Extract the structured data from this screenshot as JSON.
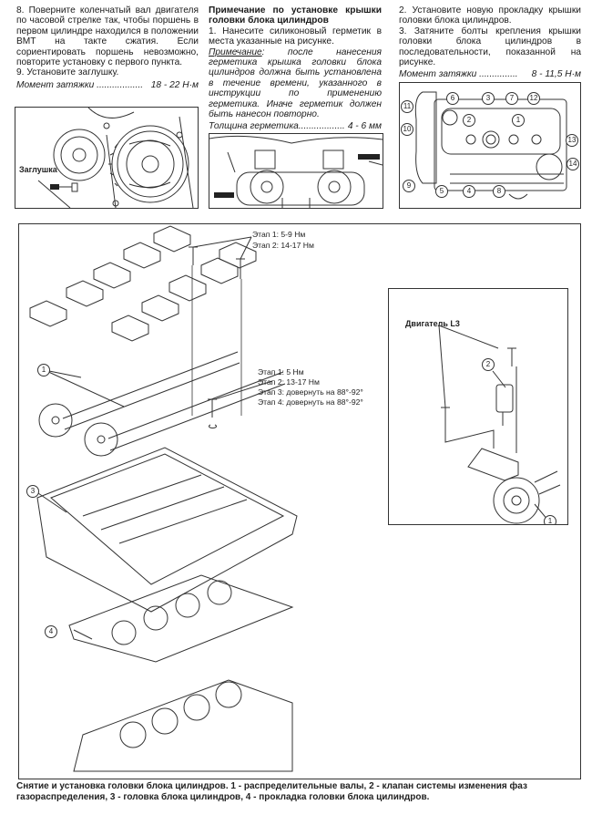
{
  "left_column": {
    "step8": "8. Поверните коленчатый вал двигателя по часовой стрелке так, чтобы поршень в первом цилиндре находился в положении ВМТ на такте сжатия. Если сориентировать поршень невозможно, повторите установку с первого пункта.",
    "step9": "9. Установите заглушку.",
    "torque_label": "Момент затяжки",
    "torque_dots": "..................",
    "torque_value": "18 - 22 Н·м",
    "figure_label": "Заглушка"
  },
  "middle_column": {
    "heading": "Примечание по установке крышки головки блока цилиндров",
    "step1": "1. Нанесите силиконовый герметик в места указанные на рисунке.",
    "note_label": "Примечание",
    "note_text": ": после нанесения герметика крышка головки блока цилиндров должна быть установлена в течение времени, указанного в инструкции по применению герметика. Иначе герметик должен быть нанесон повторно.",
    "thickness_label": "Толщина герметика",
    "thickness_dots": "..................",
    "thickness_value": "4 - 6 мм"
  },
  "right_column": {
    "step2": "2. Установите новую прокладку крышки головки блока цилиндров.",
    "step3": "3. Затяните болты крепления крышки головки блока цилиндров в последовательности, показанной на рисунке.",
    "torque_label": "Момент затяжки",
    "torque_dots": "...............",
    "torque_value": "8 - 11,5 Н·м",
    "bolt_sequence": [
      "1",
      "2",
      "3",
      "4",
      "5",
      "6",
      "7",
      "8",
      "9",
      "10",
      "11",
      "12",
      "13",
      "14"
    ]
  },
  "main_figure": {
    "cap_bolts_stages": [
      "Этап 1: 5-9 Нм",
      "Этап 2: 14-17 Нм"
    ],
    "head_bolts_stages": [
      "Этап 1: 5 Нм",
      "Этап 2: 13-17 Нм",
      "Этап 3: довернуть на 88°-92°",
      "Этап 4: довернуть на 88°-92°"
    ],
    "callouts": {
      "camshafts": "1",
      "head": "3",
      "gasket": "4"
    },
    "inset": {
      "title": "Двигатель L3",
      "callouts": {
        "vvt_valve": "2",
        "sprocket": "1"
      }
    }
  },
  "caption": "Снятие и установка головки блока цилиндров. 1 - распределительные валы, 2 - клапан системы изменения фаз газораспределения, 3 - головка блока цилиндров, 4 - прокладка головки блока цилиндров."
}
